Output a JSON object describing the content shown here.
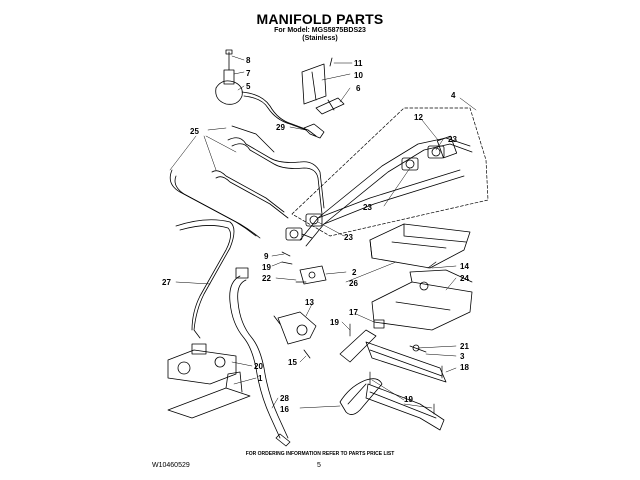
{
  "header": {
    "title": "MANIFOLD PARTS",
    "model_line": "For Model: MGS5875BDS23",
    "finish": "(Stainless)"
  },
  "callouts": [
    {
      "id": "c8",
      "text": "8"
    },
    {
      "id": "c7",
      "text": "7"
    },
    {
      "id": "c5",
      "text": "5"
    },
    {
      "id": "c11",
      "text": "11"
    },
    {
      "id": "c10",
      "text": "10"
    },
    {
      "id": "c6",
      "text": "6"
    },
    {
      "id": "c4",
      "text": "4"
    },
    {
      "id": "c25",
      "text": "25"
    },
    {
      "id": "c29",
      "text": "29"
    },
    {
      "id": "c12",
      "text": "12"
    },
    {
      "id": "c23a",
      "text": "23"
    },
    {
      "id": "c23b",
      "text": "23"
    },
    {
      "id": "c23c",
      "text": "23"
    },
    {
      "id": "c9",
      "text": "9"
    },
    {
      "id": "c19a",
      "text": "19"
    },
    {
      "id": "c22",
      "text": "22"
    },
    {
      "id": "c2",
      "text": "2"
    },
    {
      "id": "c26",
      "text": "26"
    },
    {
      "id": "c14",
      "text": "14"
    },
    {
      "id": "c24",
      "text": "24"
    },
    {
      "id": "c27",
      "text": "27"
    },
    {
      "id": "c13",
      "text": "13"
    },
    {
      "id": "c17",
      "text": "17"
    },
    {
      "id": "c19b",
      "text": "19"
    },
    {
      "id": "c15",
      "text": "15"
    },
    {
      "id": "c21",
      "text": "21"
    },
    {
      "id": "c3",
      "text": "3"
    },
    {
      "id": "c18",
      "text": "18"
    },
    {
      "id": "c20",
      "text": "20"
    },
    {
      "id": "c1",
      "text": "1"
    },
    {
      "id": "c28",
      "text": "28"
    },
    {
      "id": "c16",
      "text": "16"
    },
    {
      "id": "c19c",
      "text": "19"
    }
  ],
  "footer": {
    "note": "FOR ORDERING INFORMATION REFER TO PARTS PRICE LIST",
    "doc_number": "W10460529",
    "page_number": "5"
  },
  "colors": {
    "line": "#000000",
    "background": "#ffffff"
  }
}
